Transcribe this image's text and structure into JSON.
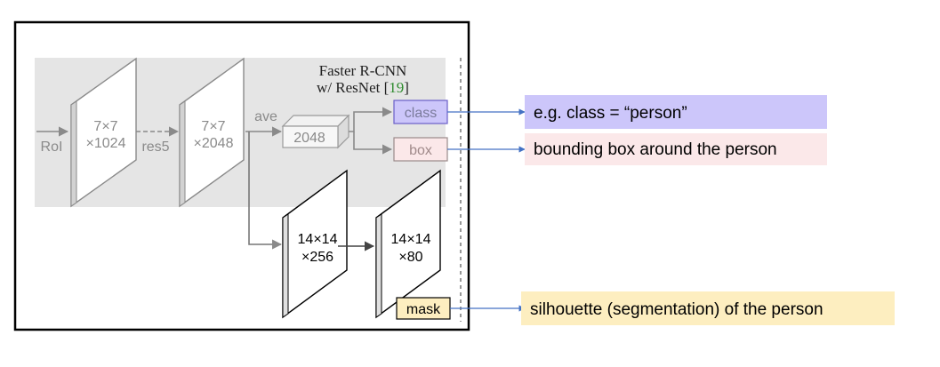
{
  "diagram": {
    "header": {
      "line1": "Faster R-CNN",
      "line2_prefix": "w/ ResNet [",
      "line2_ref": "19",
      "line2_suffix": "]"
    },
    "input_label": "RoI",
    "blocks": [
      {
        "line1": "7×7",
        "line2": "×1024"
      },
      {
        "line1": "7×7",
        "line2": "×2048"
      }
    ],
    "op_labels": {
      "res5": "res5",
      "ave": "ave"
    },
    "vector_label": "2048",
    "heads": {
      "class": "class",
      "box": "box",
      "mask": "mask"
    },
    "mask_blocks": [
      {
        "line1": "14×14",
        "line2": "×256"
      },
      {
        "line1": "14×14",
        "line2": "×80"
      }
    ],
    "outputs": {
      "class": "e.g. class = “person”",
      "box": "bounding box around the person",
      "mask": "silhouette (segmentation) of the person"
    },
    "colors": {
      "class": "#ccc6fa",
      "box": "#fbe8e9",
      "mask": "#fdeec0",
      "arrow": "#4472c4",
      "ref": "#2e8b2e"
    }
  }
}
